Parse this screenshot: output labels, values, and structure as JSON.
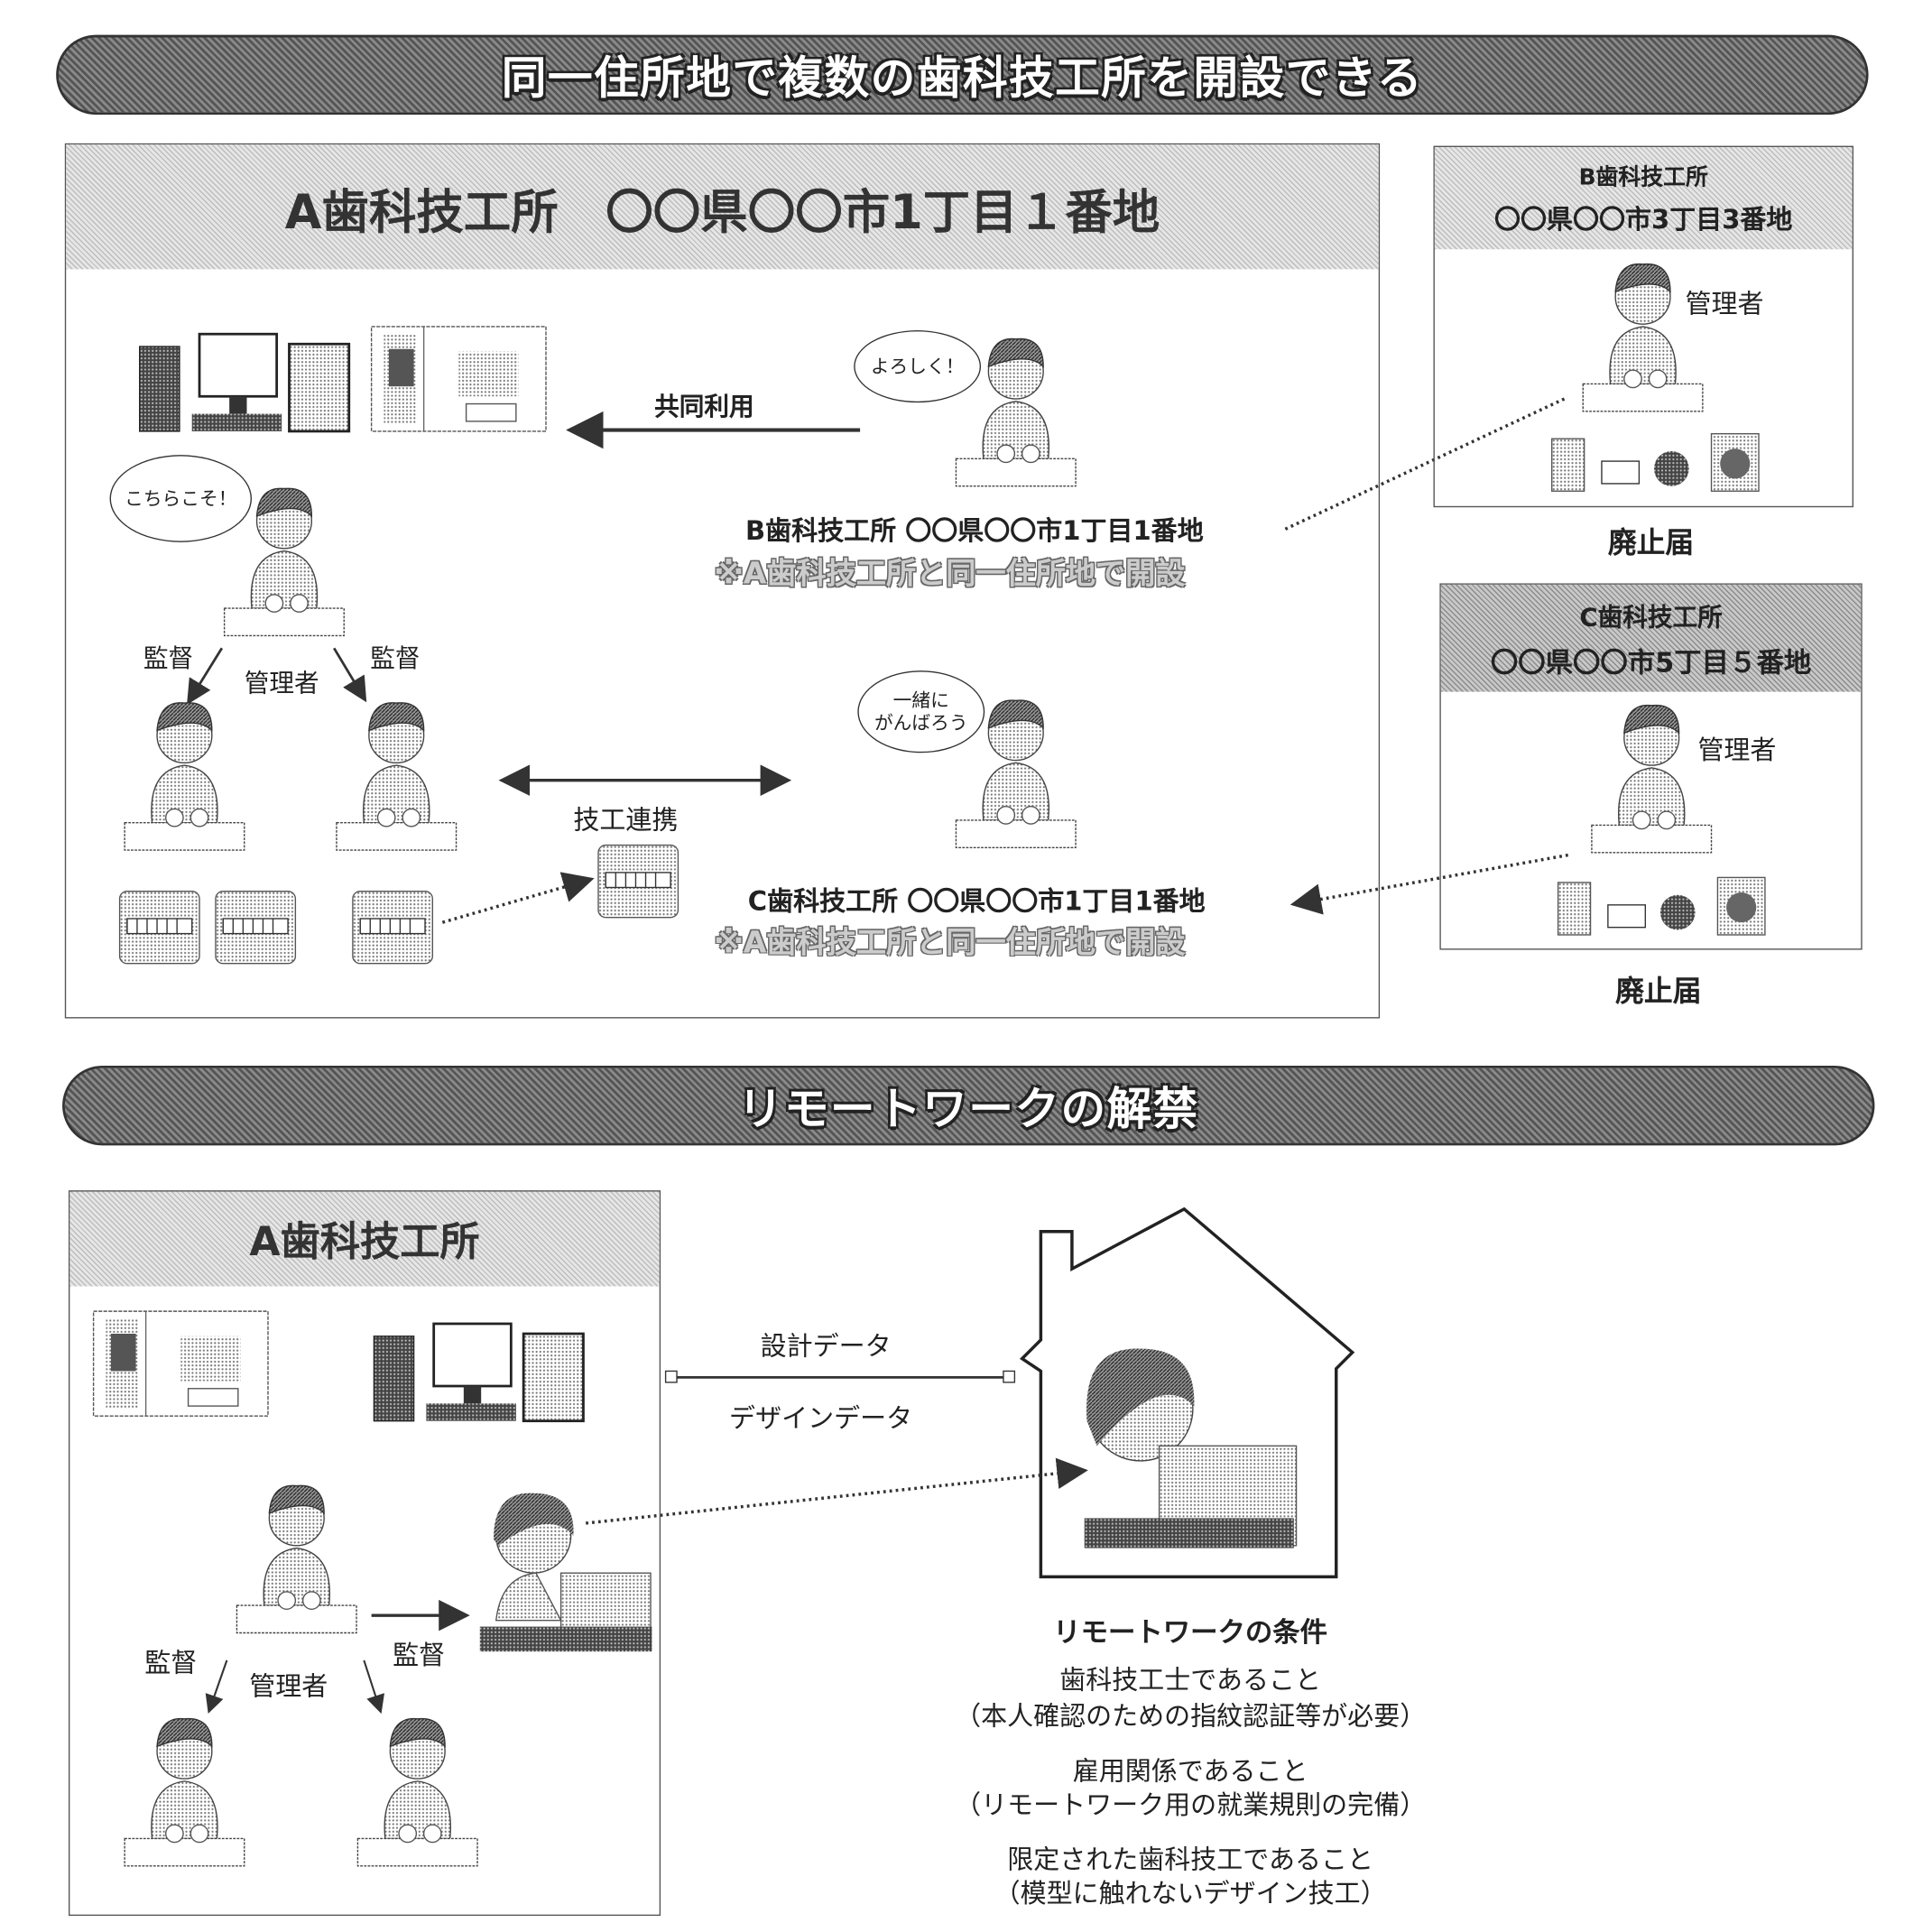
{
  "section1": {
    "banner": "同一住所地で複数の歯科技工所を開設できる",
    "lab_a": {
      "title": "A歯科技工所　〇〇県〇〇市1丁目１番地",
      "shared_use_label": "共同利用",
      "bubble_b": "よろしく！",
      "bubble_manager": "こちらこそ！",
      "bubble_c": "一緒に\nがんばろう",
      "supervise_left": "監督",
      "supervise_right": "監督",
      "manager_label": "管理者",
      "collaboration_label": "技工連携",
      "lab_b_address": "B歯科技工所 〇〇県〇〇市1丁目1番地",
      "lab_b_note": "※A歯科技工所と同一住所地で開設",
      "lab_c_address": "C歯科技工所 〇〇県〇〇市1丁目1番地",
      "lab_c_note": "※A歯科技工所と同一住所地で開設"
    },
    "lab_b_old": {
      "name": "B歯科技工所",
      "address": "〇〇県〇〇市3丁目3番地",
      "manager_label": "管理者",
      "closure": "廃止届"
    },
    "lab_c_old": {
      "name": "C歯科技工所",
      "address": "〇〇県〇〇市5丁目５番地",
      "manager_label": "管理者",
      "closure": "廃止届"
    }
  },
  "section2": {
    "banner": "リモートワークの解禁",
    "lab_a": {
      "title": "A歯科技工所",
      "supervise_left": "監督",
      "supervise_right": "監督",
      "manager_label": "管理者"
    },
    "data_label_1": "設計データ",
    "data_label_2": "デザインデータ",
    "conditions": {
      "title": "リモートワークの条件",
      "items": [
        {
          "main": "歯科技工士であること",
          "note": "（本人確認のための指紋認証等が必要）"
        },
        {
          "main": "雇用関係であること",
          "note": "（リモートワーク用の就業規則の完備）"
        },
        {
          "main": "限定された歯科技工であること",
          "note": "（模型に触れないデザイン技工）"
        }
      ]
    }
  }
}
